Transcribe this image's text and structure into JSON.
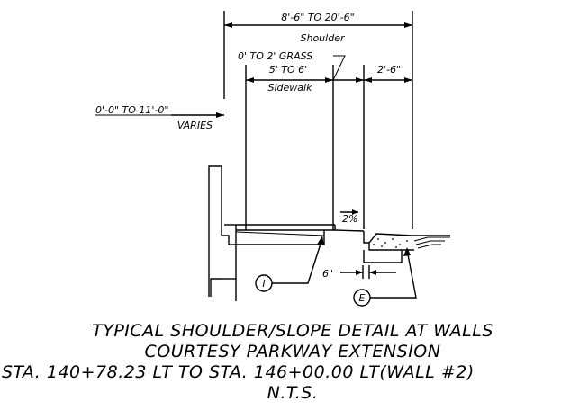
{
  "dimensions": {
    "overall_width": "8'-6\" TO 20'-6\"",
    "shoulder_label": "Shoulder",
    "grass_label": "0' TO 2' GRASS",
    "sidewalk_width": "5' TO 6'",
    "sidewalk_label": "Sidewalk",
    "curb_offset": "2'-6\"",
    "left_offset": "0'-0\" TO 11'-0\"",
    "left_offset_note": "VARIES",
    "slope": "2%",
    "toe_dim": "6\""
  },
  "callouts": {
    "wall_marker": "I",
    "edge_marker": "E"
  },
  "title": {
    "line1": "TYPICAL SHOULDER/SLOPE DETAIL AT WALLS",
    "line2": "COURTESY PARKWAY EXTENSION",
    "line3": "STA. 140+78.23 LT TO STA. 146+00.00 LT(WALL #2)",
    "line4": "N.T.S."
  }
}
